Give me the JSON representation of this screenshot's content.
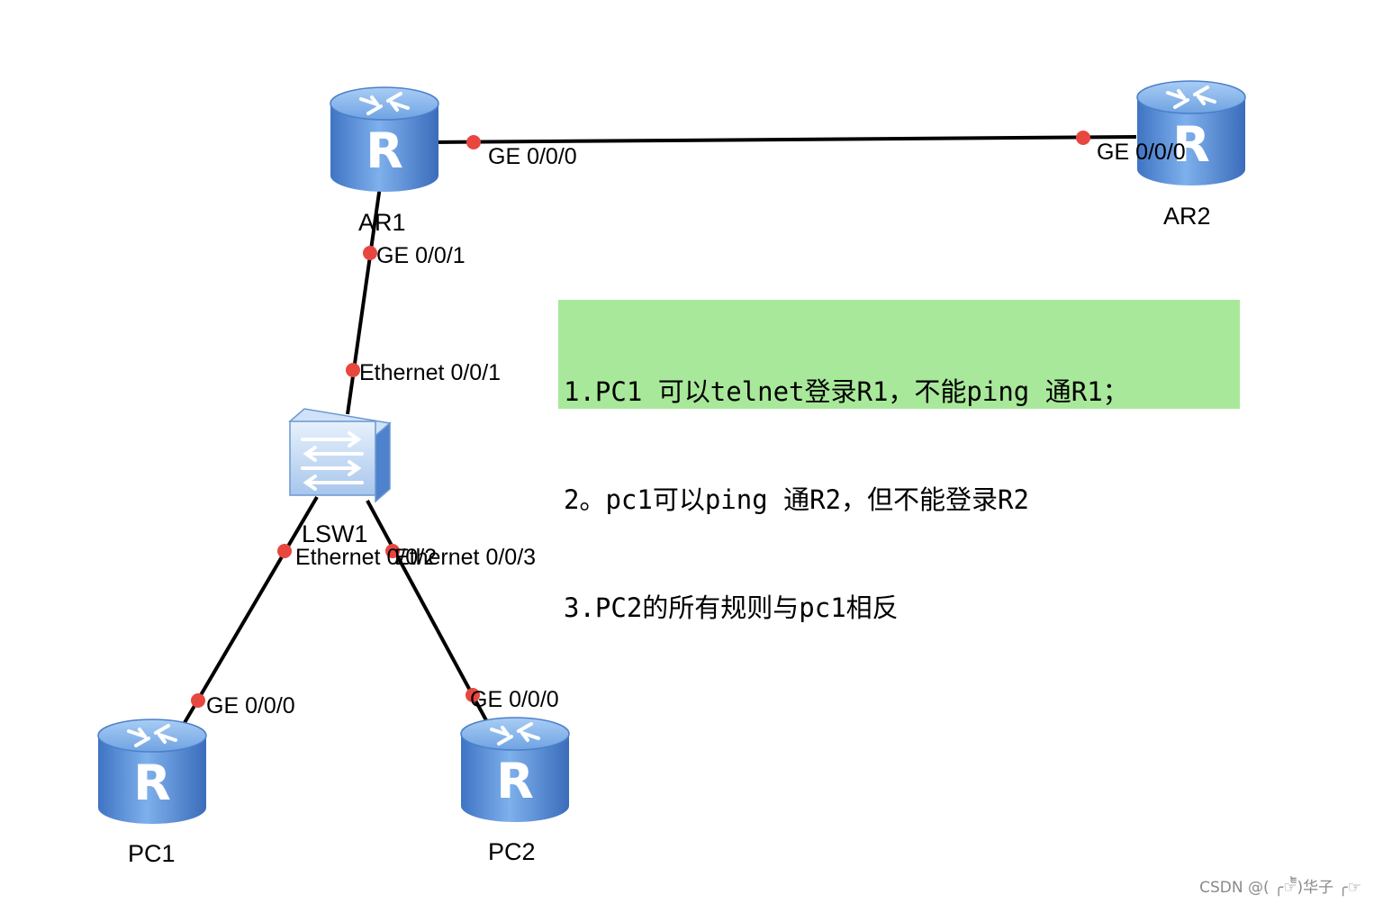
{
  "devices": {
    "ar1": {
      "name": "AR1",
      "type": "router"
    },
    "ar2": {
      "name": "AR2",
      "type": "router"
    },
    "lsw1": {
      "name": "LSW1",
      "type": "switch"
    },
    "pc1": {
      "name": "PC1",
      "type": "router"
    },
    "pc2": {
      "name": "PC2",
      "type": "router"
    }
  },
  "ports": {
    "ar1_ge000": "GE 0/0/0",
    "ar2_ge000": "GE 0/0/0",
    "ar1_ge001": "GE 0/0/1",
    "lsw1_eth001": "Ethernet 0/0/1",
    "lsw1_eth002": "Ethernet 0/0/2",
    "lsw1_eth003": "Ethernet 0/0/3",
    "pc1_ge000": "GE 0/0/0",
    "pc2_ge000": "GE 0/0/0"
  },
  "note": {
    "lines": [
      "1.PC1 可以telnet登录R1，不能ping 通R1；",
      "2。pc1可以ping 通R2，但不能登录R2",
      "3.PC2的所有规则与pc1相反"
    ],
    "background": "#a8e89a"
  },
  "colors": {
    "link": "#000000",
    "port_dot": "#e8473f",
    "device_blue": "#5b8fd6"
  },
  "watermark": "CSDN @( ╭☞᷅᷅᷅)华子 ╭☞"
}
